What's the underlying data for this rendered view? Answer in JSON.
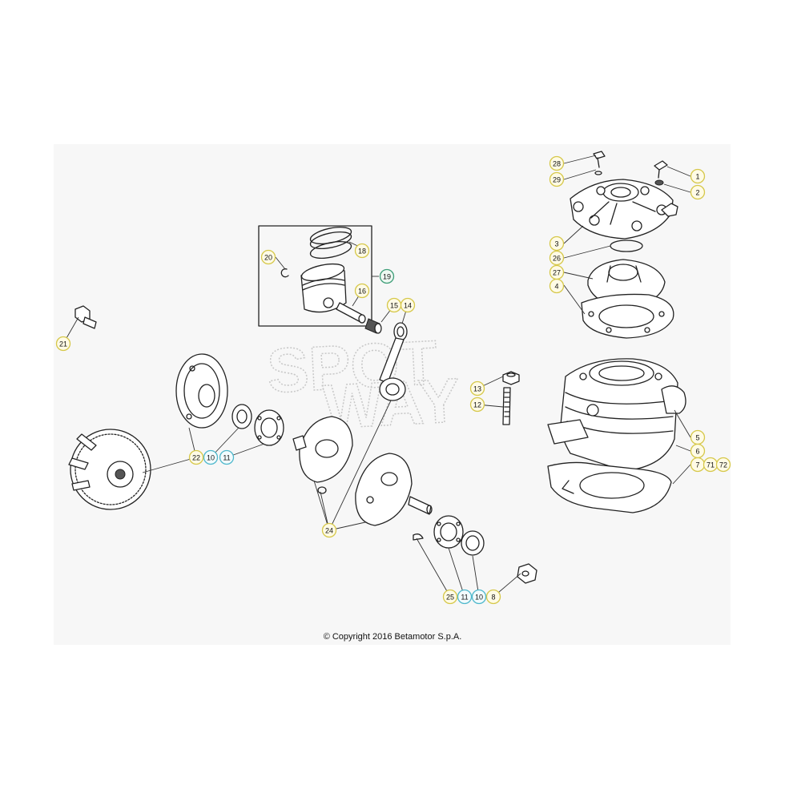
{
  "copyright": "© Copyright 2016 Betamotor S.p.A.",
  "watermark": [
    "SPOT",
    "WAY"
  ],
  "colors": {
    "panel": "#f7f7f7",
    "callout_standard": "#d6c84a",
    "callout_highlight": "#4fb8cc",
    "callout_group": "#3e9e78",
    "callout_fill": "#fffbe6"
  },
  "callouts": [
    {
      "label": "1",
      "style": "standard"
    },
    {
      "label": "2",
      "style": "standard"
    },
    {
      "label": "3",
      "style": "standard"
    },
    {
      "label": "4",
      "style": "standard"
    },
    {
      "label": "5",
      "style": "standard"
    },
    {
      "label": "6",
      "style": "standard"
    },
    {
      "label": "7",
      "style": "standard"
    },
    {
      "label": "71",
      "style": "standard"
    },
    {
      "label": "72",
      "style": "standard"
    },
    {
      "label": "8",
      "style": "standard"
    },
    {
      "label": "10",
      "style": "highlight"
    },
    {
      "label": "11",
      "style": "highlight"
    },
    {
      "label": "10",
      "style": "highlight"
    },
    {
      "label": "11",
      "style": "highlight"
    },
    {
      "label": "12",
      "style": "standard"
    },
    {
      "label": "13",
      "style": "standard"
    },
    {
      "label": "14",
      "style": "standard"
    },
    {
      "label": "15",
      "style": "standard"
    },
    {
      "label": "16",
      "style": "standard"
    },
    {
      "label": "18",
      "style": "standard"
    },
    {
      "label": "19",
      "style": "group"
    },
    {
      "label": "20",
      "style": "standard"
    },
    {
      "label": "21",
      "style": "standard"
    },
    {
      "label": "22",
      "style": "standard"
    },
    {
      "label": "24",
      "style": "standard"
    },
    {
      "label": "25",
      "style": "standard"
    },
    {
      "label": "26",
      "style": "standard"
    },
    {
      "label": "27",
      "style": "standard"
    },
    {
      "label": "28",
      "style": "standard"
    },
    {
      "label": "29",
      "style": "standard"
    }
  ]
}
